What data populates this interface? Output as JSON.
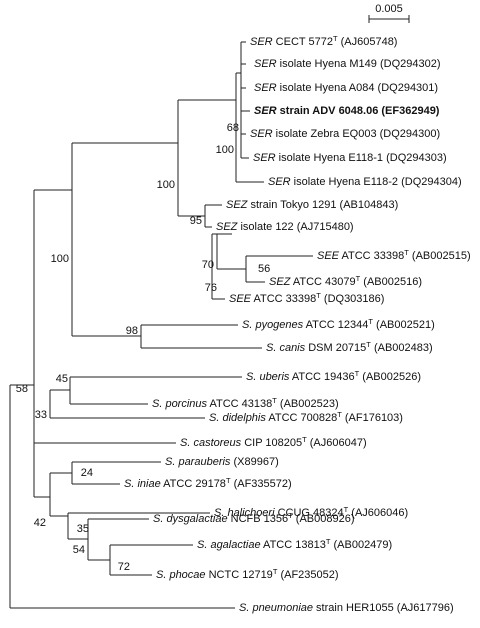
{
  "scale_bar": {
    "label": "0.005"
  },
  "taxa": [
    {
      "prefix": "SER",
      "rest": " CECT 5772",
      "sup": "T",
      "acc": " (AJ605748)",
      "bold": false
    },
    {
      "prefix": "SER",
      "rest": " isolate Hyena M149",
      "sup": "",
      "acc": " (DQ294302)",
      "bold": false
    },
    {
      "prefix": "SER",
      "rest": " isolate Hyena A084",
      "sup": "",
      "acc": " (DQ294301)",
      "bold": false
    },
    {
      "prefix": "SER",
      "rest": " strain ADV 6048.06",
      "sup": "",
      "acc": " (EF362949)",
      "bold": true
    },
    {
      "prefix": "SER",
      "rest": " isolate Zebra EQ003",
      "sup": "",
      "acc": " (DQ294300)",
      "bold": false
    },
    {
      "prefix": "SER",
      "rest": " isolate Hyena E118-1",
      "sup": "",
      "acc": " (DQ294303)",
      "bold": false
    },
    {
      "prefix": "SER",
      "rest": " isolate Hyena E118-2",
      "sup": "",
      "acc": " (DQ294304)",
      "bold": false
    },
    {
      "prefix": "SEZ",
      "rest": " strain Tokyo 1291",
      "sup": "",
      "acc": " (AB104843)",
      "bold": false
    },
    {
      "prefix": "SEZ",
      "rest": " isolate 122",
      "sup": "",
      "acc": " (AJ715480)",
      "bold": false
    },
    {
      "prefix": "SEE",
      "rest": " ATCC 33398",
      "sup": "T",
      "acc": " (AB002515)",
      "bold": false
    },
    {
      "prefix": "SEZ",
      "rest": " ATCC 43079",
      "sup": "T",
      "acc": " (AB002516)",
      "bold": false
    },
    {
      "prefix": "SEE",
      "rest": " ATCC 33398",
      "sup": "T",
      "acc": " (DQ303186)",
      "bold": false
    },
    {
      "prefix": "S. pyogenes",
      "rest": " ATCC 12344",
      "sup": "T",
      "acc": " (AB002521)",
      "bold": false
    },
    {
      "prefix": "S. canis",
      "rest": " DSM 20715",
      "sup": "T",
      "acc": " (AB002483)",
      "bold": false
    },
    {
      "prefix": "S. uberis",
      "rest": " ATCC 19436",
      "sup": "T",
      "acc": " (AB002526)",
      "bold": false
    },
    {
      "prefix": "S. porcinus",
      "rest": " ATCC 43138",
      "sup": "T",
      "acc": " (AB002523)",
      "bold": false
    },
    {
      "prefix": "S. didelphis",
      "rest": " ATCC 700828",
      "sup": "T",
      "acc": " (AF176103)",
      "bold": false
    },
    {
      "prefix": "S. castoreus",
      "rest": " CIP 108205",
      "sup": "T",
      "acc": " (AJ606047)",
      "bold": false
    },
    {
      "prefix": "S. parauberis",
      "rest": "",
      "sup": "",
      "acc": " (X89967)",
      "bold": false
    },
    {
      "prefix": "S. iniae",
      "rest": " ATCC 29178",
      "sup": "T",
      "acc": " (AF335572)",
      "bold": false
    },
    {
      "prefix": "S. halichoeri",
      "rest": " CCUG 48324",
      "sup": "T",
      "acc": " (AJ606046)",
      "bold": false
    },
    {
      "prefix": "S. dysgalactiae",
      "rest": " NCFB 1356",
      "sup": "T",
      "acc": " (AB008926)",
      "bold": false
    },
    {
      "prefix": "S. agalactiae",
      "rest": " ATCC 13813",
      "sup": "T",
      "acc": " (AB002479)",
      "bold": false
    },
    {
      "prefix": "S. phocae",
      "rest": " NCTC 12719",
      "sup": "T",
      "acc": " (AF235052)",
      "bold": false
    },
    {
      "prefix": "S. pneumoniae",
      "rest": " strain HER1055",
      "sup": "",
      "acc": " (AJ617796)",
      "bold": false
    }
  ],
  "bootstraps": [
    "68",
    "100",
    "100",
    "95",
    "56",
    "70",
    "76",
    "100",
    "98",
    "45",
    "33",
    "58",
    "24",
    "42",
    "35",
    "54",
    "72"
  ]
}
